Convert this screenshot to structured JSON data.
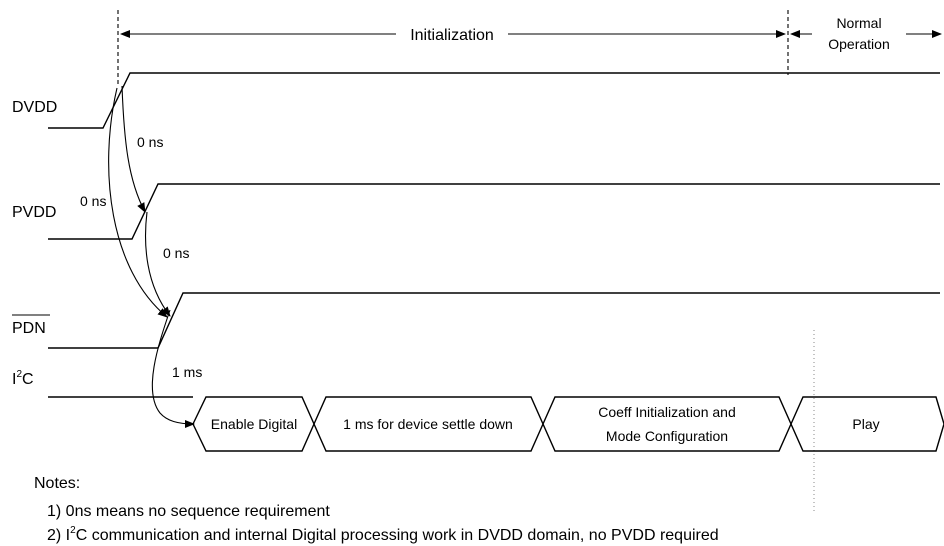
{
  "phases": {
    "initialization": "Initialization",
    "normal_line1": "Normal",
    "normal_line2": "Operation"
  },
  "signals": {
    "dvdd": "DVDD",
    "pvdd": "PVDD",
    "pdn": "PDN",
    "i2c_prefix": "I",
    "i2c_sup": "2",
    "i2c_suffix": "C"
  },
  "delays": {
    "dvdd_to_pvdd": "0 ns",
    "dvdd_to_pdn": "0 ns",
    "pvdd_to_pdn": "0 ns",
    "pdn_to_i2c": "1 ms"
  },
  "bus_segments": {
    "enable_digital": "Enable Digital",
    "settle": "1 ms for device settle down",
    "coeff_line1": "Coeff Initialization and",
    "coeff_line2": "Mode Configuration",
    "play": "Play"
  },
  "notes": {
    "title": "Notes:",
    "note1": "1) 0ns means no sequence requirement",
    "note2_prefix": "2) I",
    "note2_sup": "2",
    "note2_suffix": "C communication and internal Digital processing work in DVDD domain, no PVDD required"
  }
}
